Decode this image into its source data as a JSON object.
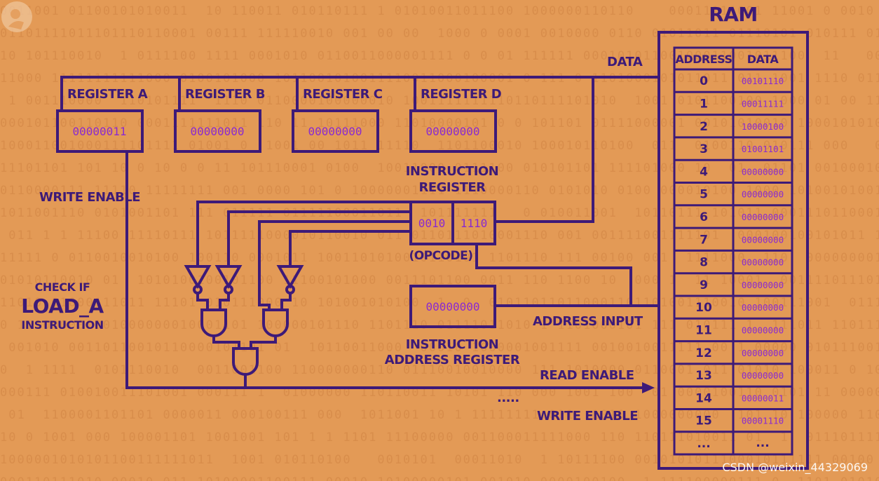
{
  "registers": [
    {
      "label": "REGISTER A",
      "value": "00000011"
    },
    {
      "label": "REGISTER B",
      "value": "00000000"
    },
    {
      "label": "REGISTER C",
      "value": "00000000"
    },
    {
      "label": "REGISTER D",
      "value": "00000000"
    }
  ],
  "instruction_register": {
    "title_line1": "INSTRUCTION",
    "title_line2": "REGISTER",
    "opcode": "0010",
    "operand": "1110",
    "opcode_label": "(OPCODE)"
  },
  "instruction_address_register": {
    "value": "00000000",
    "title_line1": "INSTRUCTION",
    "title_line2": "ADDRESS REGISTER"
  },
  "labels": {
    "data": "DATA",
    "write_enable_left": "WRITE ENABLE",
    "check_if": "CHECK IF",
    "load_a": "LOAD_A",
    "instruction": "INSTRUCTION",
    "address_input": "ADDRESS INPUT",
    "read_enable": "READ ENABLE",
    "write_enable_right": "WRITE ENABLE",
    "dots": "....."
  },
  "ram": {
    "title": "RAM",
    "col_address": "ADDRESS",
    "col_data": "DATA",
    "rows": [
      {
        "address": "0",
        "data": "00101110"
      },
      {
        "address": "1",
        "data": "00011111"
      },
      {
        "address": "2",
        "data": "10000100"
      },
      {
        "address": "3",
        "data": "01001101"
      },
      {
        "address": "4",
        "data": "00000000"
      },
      {
        "address": "5",
        "data": "00000000"
      },
      {
        "address": "6",
        "data": "00000000"
      },
      {
        "address": "7",
        "data": "00000000"
      },
      {
        "address": "8",
        "data": "00000000"
      },
      {
        "address": "9",
        "data": "00000000"
      },
      {
        "address": "10",
        "data": "00000000"
      },
      {
        "address": "11",
        "data": "00000000"
      },
      {
        "address": "12",
        "data": "00000000"
      },
      {
        "address": "13",
        "data": "00000000"
      },
      {
        "address": "14",
        "data": "00000011"
      },
      {
        "address": "15",
        "data": "00001110"
      },
      {
        "address": "...",
        "data": "..."
      }
    ]
  },
  "watermark": "CSDN @weixin_44329069",
  "colors": {
    "background": "#e39a56",
    "line": "#3d1a78",
    "value_text": "#8a2ad0"
  }
}
